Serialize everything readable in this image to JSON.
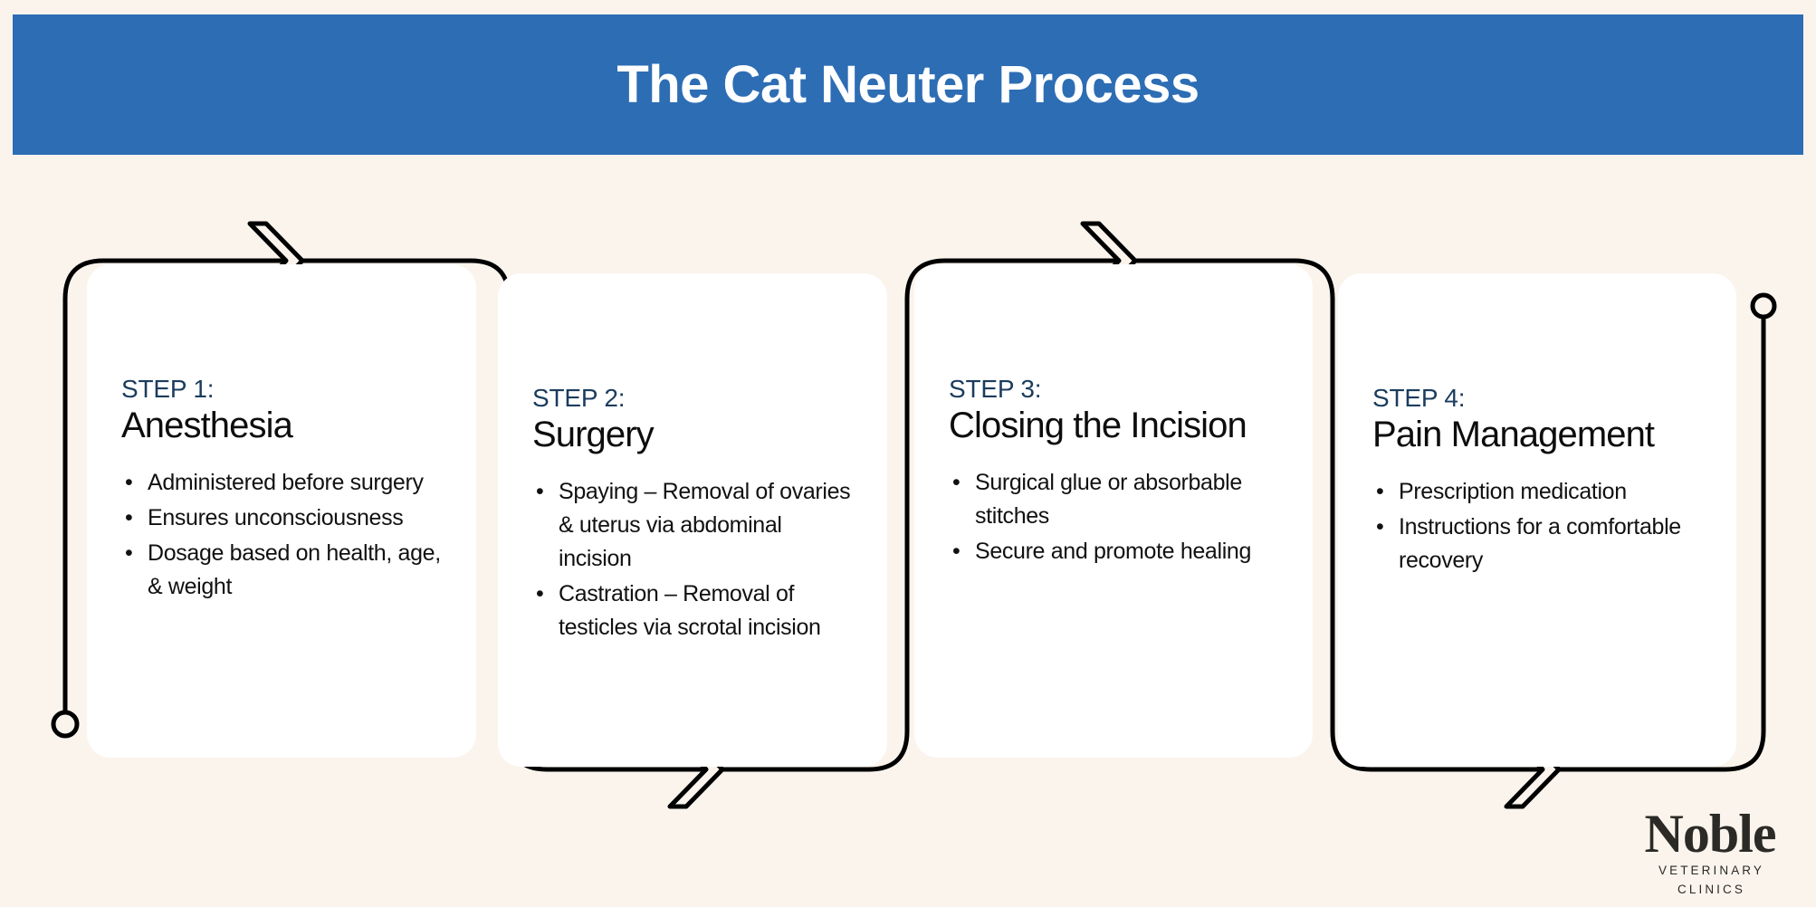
{
  "header": {
    "title": "The Cat Neuter Process",
    "bar_color": "#2d6db4",
    "title_color": "#ffffff"
  },
  "theme": {
    "background": "#faf4ed",
    "card_background": "#ffffff",
    "line_color": "#000000",
    "step_label_color": "#1b3c5e",
    "body_text_color": "#111111"
  },
  "steps": [
    {
      "label": "STEP 1:",
      "title": "Anesthesia",
      "bullets": [
        "Administered before surgery",
        "Ensures unconsciousness",
        "Dosage based on health, age, & weight"
      ]
    },
    {
      "label": "STEP 2:",
      "title": "Surgery",
      "bullets": [
        "Spaying – Removal of ovaries & uterus via abdominal incision",
        "Castration – Removal of testicles via scrotal incision"
      ]
    },
    {
      "label": "STEP 3:",
      "title": "Closing the Incision",
      "bullets": [
        "Surgical glue or absorbable stitches",
        "Secure and promote healing"
      ]
    },
    {
      "label": "STEP 4:",
      "title": "Pain Management",
      "bullets": [
        "Prescription medication",
        "Instructions for a comfortable recovery"
      ]
    }
  ],
  "bullet_glyph": "•",
  "logo": {
    "word": "Noble",
    "sub": "VETERINARY CLINICS"
  }
}
